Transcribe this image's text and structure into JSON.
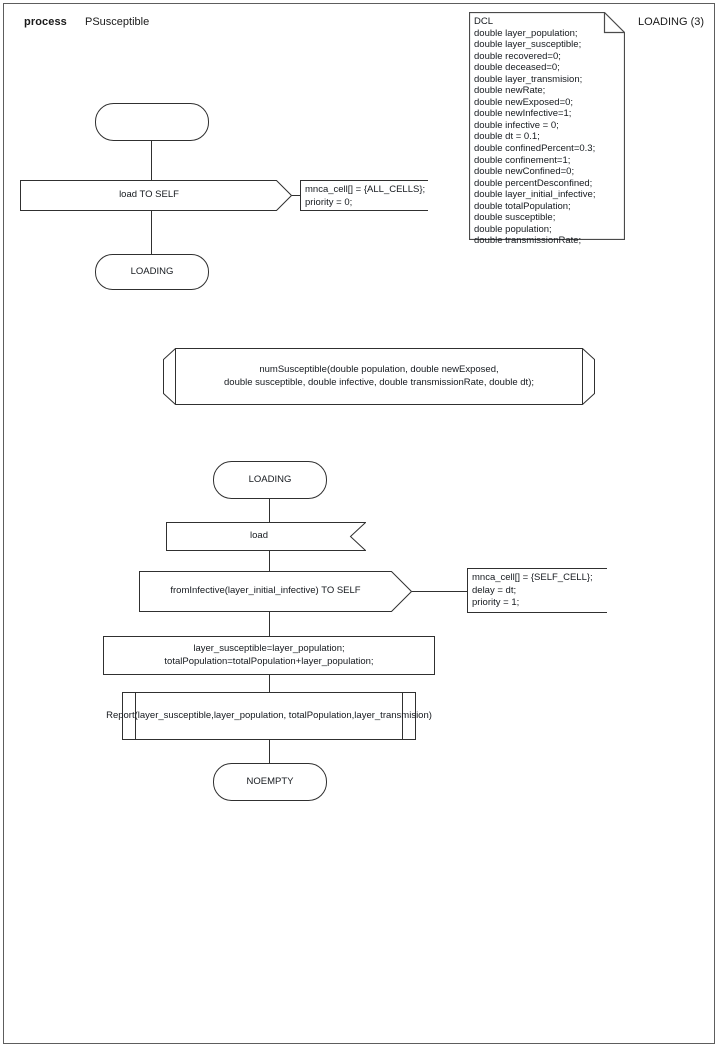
{
  "header": {
    "keyword": "process",
    "process_name": "PSusceptible",
    "page_label": "LOADING (3)"
  },
  "dcl_note": {
    "name": "DCL",
    "title": "DCL",
    "declarations": [
      "double layer_population;",
      "double layer_susceptible;",
      "double recovered=0;",
      "double deceased=0;",
      "double layer_transmision;",
      "double newRate;",
      "double newExposed=0;",
      "double newInfective=1;",
      "double infective = 0;",
      "double dt = 0.1;",
      "double confinedPercent=0.3;",
      "double confinement=1;",
      "double newConfined=0;",
      "double percentDesconfined;",
      "double layer_initial_infective;",
      "double totalPopulation;",
      "double susceptible;",
      "double population;",
      "double transmissionRate;"
    ]
  },
  "transition_1": {
    "start_state_label": "",
    "output_label": "load TO SELF",
    "output_comment": "mnca_cell[] = {ALL_CELLS};\npriority = 0;",
    "next_state_label": "LOADING"
  },
  "procedure_decl": {
    "signature_line_1": "numSusceptible(double population, double newExposed,",
    "signature_line_2": "double susceptible, double infective, double transmissionRate, double dt);"
  },
  "transition_2": {
    "state_label": "LOADING",
    "input_label": "load",
    "output_label": "fromInfective(layer_initial_infective) TO SELF",
    "output_comment": "mnca_cell[] = {SELF_CELL};\ndelay = dt;\npriority = 1;",
    "task_line_1": "layer_susceptible=layer_population;",
    "task_line_2": "totalPopulation=totalPopulation+layer_population;",
    "procedure_call_label": "Report(layer_susceptible,layer_population, totalPopulation,layer_transmision)",
    "next_state_label": "NOEMPTY"
  },
  "colors": {
    "line": "#303030",
    "text": "#15191e",
    "frame": "#5d5d5d",
    "background": "#ffffff"
  }
}
